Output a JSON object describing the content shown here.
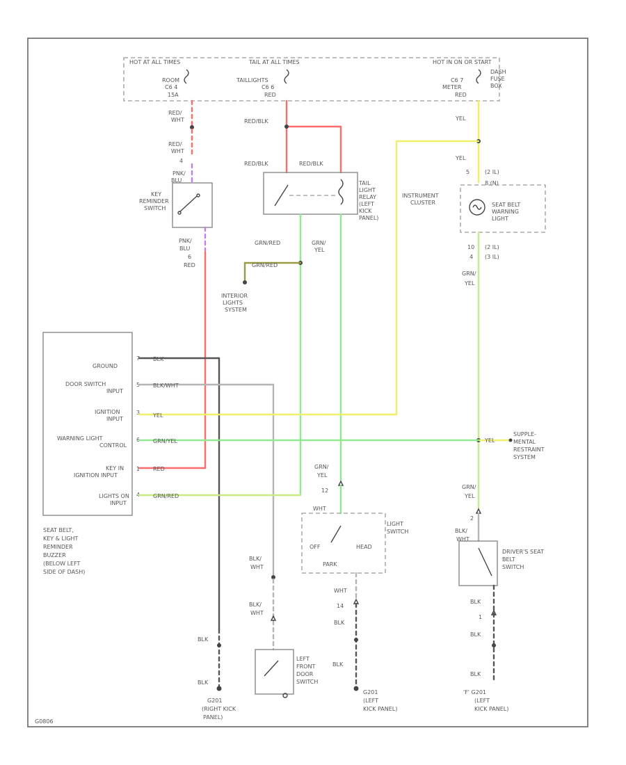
{
  "labels": {
    "hot_feed_left": "HOT AT ALL TIMES",
    "hot_feed_mid": "TAIL AT ALL TIMES",
    "hot_feed_right": "HOT IN ON OR START",
    "fuse_box_1": "DASH",
    "fuse_box_2": "FUSE",
    "fuse_box_3": "BOX",
    "fuse_a_1": "ROOM",
    "fuse_a_2": "C6 4",
    "fuse_a_3": "15A",
    "fuse_b_1": "TAILLIGHTS",
    "fuse_b_2": "C6 6",
    "fuse_b_3": "RED",
    "fuse_c_1": "C6 7",
    "fuse_c_2": "METER",
    "fuse_c_3": "RED",
    "red_wht_1": "RED/",
    "red_wht_2": "WHT",
    "red_wht_3": "RED/",
    "red_wht_4": "WHT",
    "pin_4": "4",
    "pnk_blu_top": "PNK/",
    "pnk_blu_top2": "BLU",
    "key_sw_1": "KEY",
    "key_sw_2": "REMINDER",
    "key_sw_3": "SWITCH",
    "pnk_blu_bot": "PNK/",
    "pnk_blu_bot2": "BLU",
    "pin_6": "6",
    "red_key": "RED",
    "redblk_1": "RED/BLK",
    "redblk_2": "RED/BLK",
    "redblk_3": "RED/BLK",
    "taillight_relay_1": "TAIL",
    "taillight_relay_2": "LIGHT",
    "taillight_relay_3": "RELAY",
    "taillight_relay_4": "(LEFT",
    "taillight_relay_5": "KICK",
    "taillight_relay_6": "PANEL)",
    "grn_red_1": "GRN/RED",
    "grn_yel_1": "GRN/",
    "grn_yel_1b": "YEL",
    "grn_red_2": "GRN/RED",
    "interior_1": "INTERIOR",
    "interior_2": "LIGHTS",
    "interior_3": "SYSTEM",
    "yel_top": "YEL",
    "yel_2": "YEL",
    "pin_5": "5",
    "pin_2l": "(2 IL)",
    "pin_8": "8 (N)",
    "inst_1": "INSTRUMENT",
    "inst_2": "CLUSTER",
    "seat_warn_1": "SEAT BELT",
    "seat_warn_2": "WARNING",
    "seat_warn_3": "LIGHT",
    "pin_10": "10",
    "pin_4b": "4",
    "pin_2l_b": "(2 IL)",
    "pin_3l": "(3 IL)",
    "grn_yel_2": "GRN/",
    "grn_yel_2b": "YEL",
    "buzzer_ground": "GROUND",
    "buzzer_door_1": "DOOR SWITCH",
    "buzzer_door_2": "INPUT",
    "buzzer_ign_1": "IGNITION",
    "buzzer_ign_2": "INPUT",
    "buzzer_warn_1": "WARNING LIGHT",
    "buzzer_warn_2": "CONTROL",
    "buzzer_key_1": "KEY IN",
    "buzzer_key_2": "IGNITION INPUT",
    "buzzer_lights_1": "LIGHTS ON",
    "buzzer_lights_2": "INPUT",
    "pin_b_1": "7",
    "pin_b_2": "5",
    "pin_b_3": "3",
    "pin_b_4": "6",
    "pin_b_5": "1",
    "pin_b_6": "4",
    "wire_blk": "BLK",
    "wire_blkwht": "BLK/WHT",
    "wire_yel": "YEL",
    "wire_grnyel": "GRN/YEL",
    "wire_red": "RED",
    "wire_grnred": "GRN/RED",
    "yel_srs": "YEL",
    "srs_1": "SUPPLE-",
    "srs_2": "MENTAL",
    "srs_3": "RESTRAINT",
    "srs_4": "SYSTEM",
    "grn_yel_3": "GRN/",
    "grn_yel_3b": "YEL",
    "pin_12": "12",
    "wht_1": "WHT",
    "light_sw_1": "LIGHT",
    "light_sw_2": "SWITCH",
    "off": "OFF",
    "head": "HEAD",
    "park": "PARK",
    "wht_2": "WHT",
    "pin_14": "14",
    "blk_ls_1": "BLK",
    "blk_ls_2": "BLK",
    "g201_1": "G201",
    "g201_2": "(LEFT",
    "g201_3": "KICK PANEL)",
    "grn_yel_4": "GRN/",
    "grn_yel_4b": "YEL",
    "pin_2": "2",
    "blk_wht_ds_1": "BLK/",
    "blk_wht_ds_2": "WHT",
    "drv_sw_1": "DRIVER'S SEAT",
    "drv_sw_2": "BELT",
    "drv_sw_3": "SWITCH",
    "blk_ds_1": "BLK",
    "pin_1": "1",
    "blk_ds_2": "BLK",
    "blk_ds_3": "BLK",
    "g201b_1": "'F' G201",
    "g201b_2": "(LEFT",
    "g201b_3": "KICK PANEL)",
    "blk_wht_d_1": "BLK/",
    "blk_wht_d_2": "WHT",
    "blk_wht_d_3": "BLK/",
    "blk_wht_d_4": "WHT",
    "door_sw_1": "LEFT",
    "door_sw_2": "FRONT",
    "door_sw_3": "DOOR",
    "door_sw_4": "SWITCH",
    "buzzer_desc_1": "SEAT BELT,",
    "buzzer_desc_2": "KEY & LIGHT",
    "buzzer_desc_3": "REMINDER",
    "buzzer_desc_4": "BUZZER",
    "buzzer_desc_5": "(BELOW LEFT",
    "buzzer_desc_6": "SIDE OF DASH)",
    "blk_g1": "BLK",
    "blk_g2": "BLK",
    "g401_1": "G201",
    "g401_2": "(RIGHT KICK",
    "g401_3": "PANEL)",
    "footer_code": "G0806"
  }
}
